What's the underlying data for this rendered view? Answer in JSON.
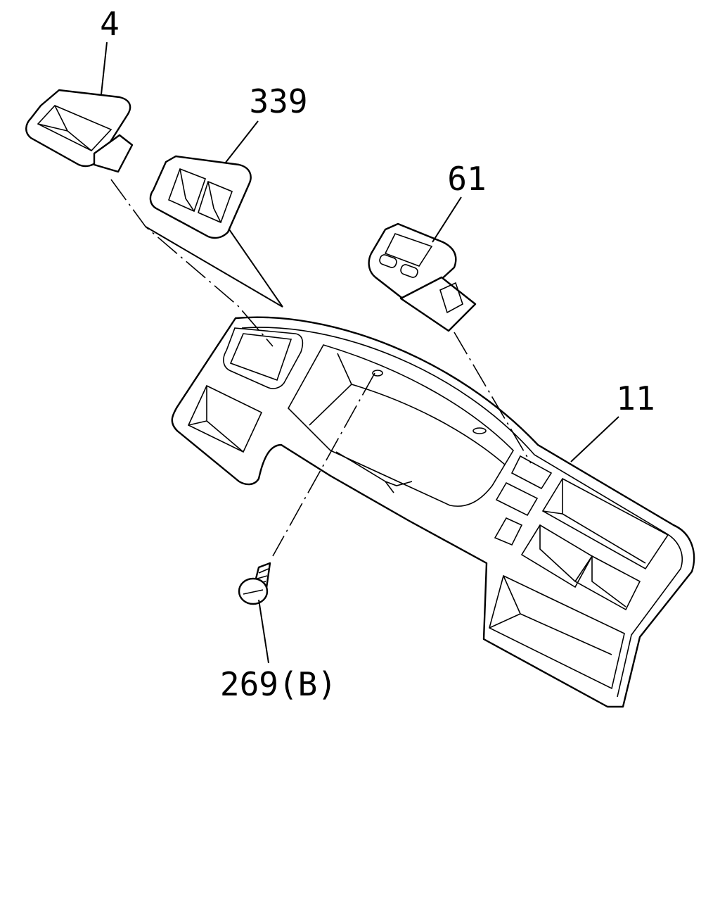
{
  "diagram": {
    "callouts": [
      {
        "id": "part-4",
        "label": "4"
      },
      {
        "id": "part-339",
        "label": "339"
      },
      {
        "id": "part-61",
        "label": "61"
      },
      {
        "id": "part-11",
        "label": "11"
      },
      {
        "id": "part-269b",
        "label": "269(B)"
      }
    ]
  }
}
